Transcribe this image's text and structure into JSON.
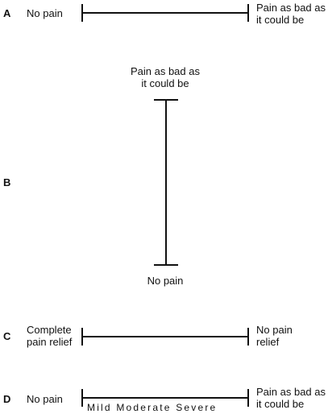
{
  "scales": {
    "a": {
      "letter": "A",
      "left_label": "No pain",
      "right_label": "Pain as bad as\nit could be"
    },
    "b": {
      "letter": "B",
      "top_label": "Pain as bad as\nit could be",
      "bottom_label": "No pain"
    },
    "c": {
      "letter": "C",
      "left_label": "Complete\npain relief",
      "right_label": "No pain\nrelief"
    },
    "d": {
      "letter": "D",
      "left_label": "No pain",
      "right_label": "Pain as bad as\nit could be",
      "categories": [
        "Mild",
        "Moderate",
        "Severe"
      ]
    }
  }
}
